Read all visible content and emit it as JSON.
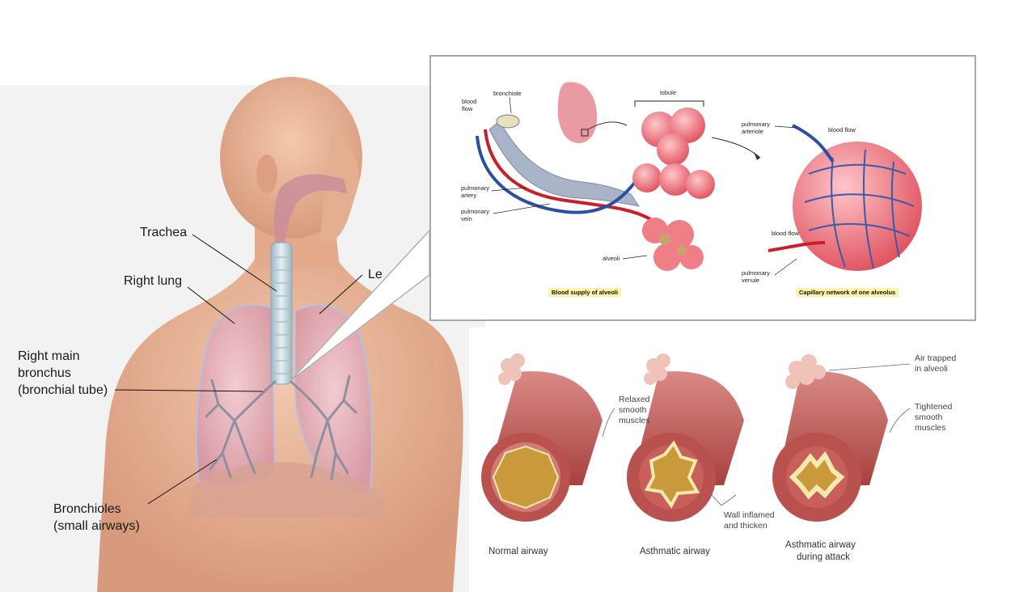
{
  "body_labels": {
    "trachea": "Trachea",
    "right_lung": "Right lung",
    "left_lung_cut": "Le",
    "right_main_bronchus_1": "Right main",
    "right_main_bronchus_2": "bronchus",
    "right_main_bronchus_3": "(bronchial tube)",
    "bronchioles_1": "Bronchioles",
    "bronchioles_2": "(small airways)"
  },
  "inset_labels": {
    "bronchiole": "bronchiole",
    "blood_flow_1a": "blood",
    "blood_flow_1b": "flow",
    "lobule": "lobule",
    "pulmonary_artery_a": "pulmonary",
    "pulmonary_artery_b": "artery",
    "pulmonary_vein_a": "pulmonary",
    "pulmonary_vein_b": "vein",
    "alveoli": "alveoli",
    "pulmonary_arteriole_a": "pulmonary",
    "pulmonary_arteriole_b": "arteriole",
    "blood_flow_2": "blood flow",
    "blood_flow_3": "blood flow",
    "pulmonary_venule_a": "pulmonary",
    "pulmonary_venule_b": "venule",
    "caption_left": "Blood supply of alveoli",
    "caption_right": "Capillary network of one alveolus"
  },
  "airway_labels": {
    "relaxed_1": "Relaxed",
    "relaxed_2": "smooth",
    "relaxed_3": "muscles",
    "air_trapped_1": "Air trapped",
    "air_trapped_2": "in alveoli",
    "tightened_1": "Tightened",
    "tightened_2": "smooth",
    "tightened_3": "muscles",
    "wall_1": "Wall inflamed",
    "wall_2": "and thicken",
    "caption_normal": "Normal airway",
    "caption_asthmatic": "Asthmatic airway",
    "caption_attack_1": "Asthmatic airway",
    "caption_attack_2": "during attack"
  },
  "colors": {
    "skin": "#e9b79a",
    "lung": "#e7b7bd",
    "airway": "#c96a6a",
    "artery": "#c8202a",
    "vein": "#2b4fa0",
    "alveoli": "#e96b73",
    "mucus": "#f4e28f",
    "caption_bg": "#fff3a8"
  }
}
